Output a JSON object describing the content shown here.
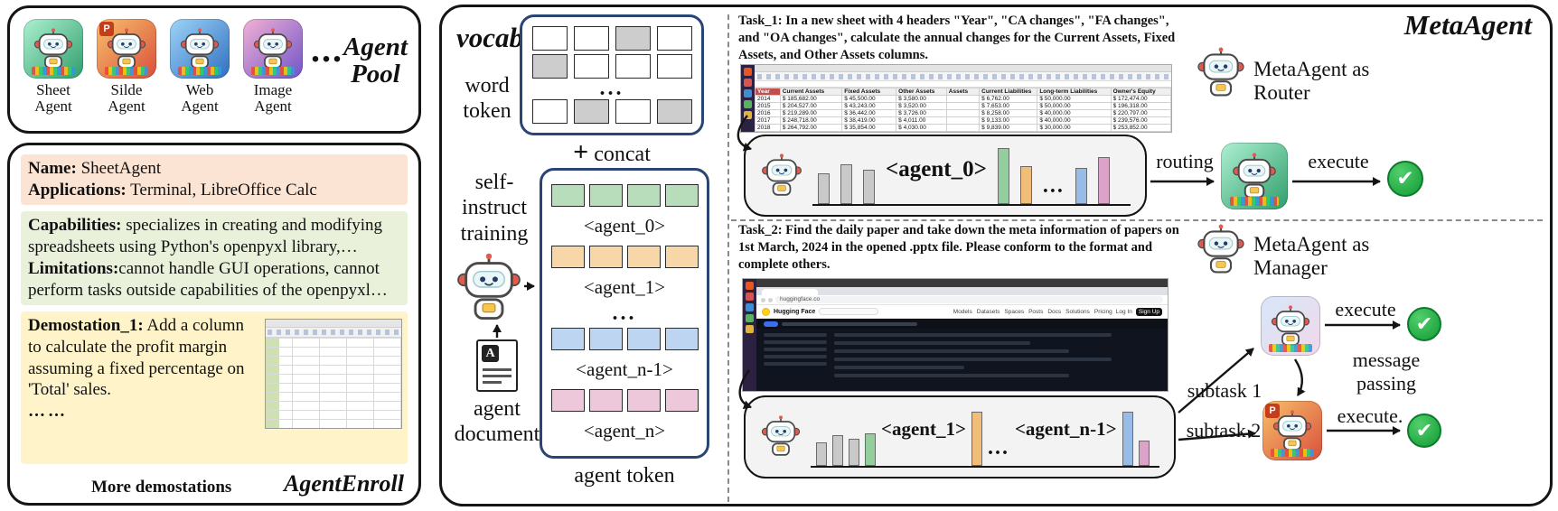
{
  "icons": {
    "powerpoint_letter": "P",
    "document_letter": "A",
    "check_glyph": "✔"
  },
  "agent_pool": {
    "title": "Agent Pool",
    "ellipsis": "...",
    "agents": [
      {
        "name": "Sheet Agent",
        "style": "sheet"
      },
      {
        "name": "Silde Agent",
        "style": "slide"
      },
      {
        "name": "Web Agent",
        "style": "web"
      },
      {
        "name": "Image Agent",
        "style": "image"
      }
    ]
  },
  "agent_enroll": {
    "title": "AgentEnroll",
    "name_label": "Name:",
    "name_value": " SheetAgent",
    "applications_label": "Applications:",
    "applications_value": " Terminal, LibreOffice Calc",
    "capabilities_label": "Capabilities:",
    "capabilities_value": " specializes in creating and modifying spreadsheets using Python's openpyxl library,…",
    "limitations_label": "Limitations:",
    "limitations_value": "cannot handle GUI operations, cannot perform tasks outside capabilities of the openpyxl…",
    "demo_label": "Demostation_1:",
    "demo_value": " Add a column to calculate the profit margin assuming a fixed percentage on 'Total' sales.",
    "demo_ellipsis": "……",
    "more_label": "More demostations"
  },
  "vocab": {
    "title": "vocab",
    "word_token_label": "word token",
    "concat_plus": "+",
    "concat_label": "concat",
    "dots": "...",
    "word_token_rows": [
      [
        0,
        0,
        1,
        0
      ],
      [
        1,
        0,
        0,
        0
      ],
      [
        0,
        1,
        0,
        1
      ]
    ],
    "self_instruct_label": "self-instruct training",
    "agent_document_label": "agent document",
    "agent_token_label": "agent token",
    "agent_token_rows": [
      {
        "color": "green",
        "label": "<agent_0>"
      },
      {
        "color": "orange",
        "label": "<agent_1>"
      },
      {
        "color": "blue",
        "label": "<agent_n-1>"
      },
      {
        "color": "pink",
        "label": "<agent_n>"
      }
    ]
  },
  "meta": {
    "title": "MetaAgent",
    "router": {
      "task": "Task_1: In a new sheet with 4 headers \"Year\", \"CA changes\", \"FA changes\", and \"OA changes\", calculate the annual changes for the Current Assets, Fixed Assets, and Other Assets columns.",
      "role": "MetaAgent as Router",
      "routing_label": "routing",
      "execute_label": "execute",
      "sequence": [
        {
          "type": "bar",
          "color": "gray",
          "h": 34
        },
        {
          "type": "bar",
          "color": "gray",
          "h": 44
        },
        {
          "type": "bar",
          "color": "gray",
          "h": 38
        },
        {
          "type": "label",
          "text": "<agent_0>"
        },
        {
          "type": "bar",
          "color": "green",
          "h": 62
        },
        {
          "type": "bar",
          "color": "orange",
          "h": 42
        },
        {
          "type": "dots"
        },
        {
          "type": "bar",
          "color": "blue",
          "h": 40
        },
        {
          "type": "bar",
          "color": "pink",
          "h": 52
        }
      ]
    },
    "manager": {
      "task": "Task_2: Find the daily paper and take down the meta information of papers on 1st March, 2024 in the opened .pptx file. Please conform to the format and complete others.",
      "role": "MetaAgent as Manager",
      "subtask1_label": "subtask 1",
      "subtask2_label": "subtask 2",
      "message_label": "message passing",
      "execute_top_label": "execute",
      "execute_bottom_label": "execute.",
      "sequence": [
        {
          "type": "bar",
          "color": "gray",
          "h": 26
        },
        {
          "type": "bar",
          "color": "gray",
          "h": 34
        },
        {
          "type": "bar",
          "color": "gray",
          "h": 30
        },
        {
          "type": "bar",
          "color": "green",
          "h": 36
        },
        {
          "type": "label",
          "text": "<agent_1>"
        },
        {
          "type": "bar",
          "color": "orange",
          "h": 60
        },
        {
          "type": "dots"
        },
        {
          "type": "label",
          "text": "<agent_n-1>"
        },
        {
          "type": "bar",
          "color": "blue",
          "h": 60
        },
        {
          "type": "bar",
          "color": "pink",
          "h": 28
        }
      ]
    }
  },
  "calc": {
    "columns": [
      "Year",
      "Current Assets",
      "Fixed Assets",
      "Other Assets",
      "Assets",
      "Current Liabilities",
      "Long-term Liabilities",
      "Owner's Equity"
    ],
    "rows": [
      [
        "2014",
        "$  185,682.00",
        "$  45,500.00",
        "$  3,580.00",
        "",
        "$  6,762.00",
        "$  50,000.00",
        "$  172,474.00"
      ],
      [
        "2015",
        "$  204,527.00",
        "$  43,243.00",
        "$  3,520.00",
        "",
        "$  7,653.00",
        "$  50,000.00",
        "$  196,318.00"
      ],
      [
        "2016",
        "$  219,289.00",
        "$  36,442.00",
        "$  3,726.00",
        "",
        "$  8,258.00",
        "$  40,000.00",
        "$  220,797.00"
      ],
      [
        "2017",
        "$  248,718.00",
        "$  38,419.00",
        "$  4,011.00",
        "",
        "$  9,133.00",
        "$  40,000.00",
        "$  239,576.00"
      ],
      [
        "2018",
        "$  264,792.00",
        "$  35,854.00",
        "$  4,030.00",
        "",
        "$  9,839.00",
        "$  30,000.00",
        "$  253,852.00"
      ]
    ]
  },
  "hf": {
    "url": "huggingface.co",
    "brand": "Hugging Face",
    "nav": [
      "Models",
      "Datasets",
      "Spaces",
      "Posts",
      "Docs",
      "Solutions",
      "Pricing"
    ],
    "login": "Log In",
    "signup": "Sign Up"
  }
}
